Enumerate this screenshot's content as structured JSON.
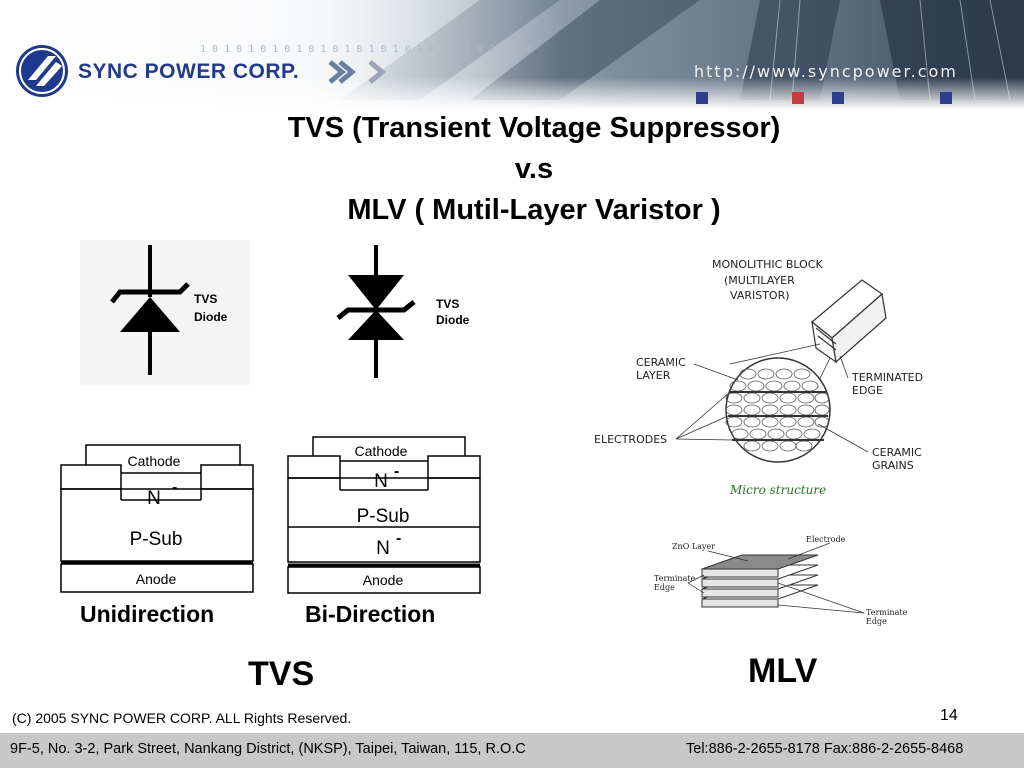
{
  "header": {
    "company_name": "SYNC POWER CORP.",
    "url": "http://www.syncpower.com"
  },
  "slide": {
    "title_line1": "TVS (Transient Voltage Suppressor)",
    "title_line2": "v.s",
    "title_line3": "MLV ( Mutil-Layer Varistor )"
  },
  "tvs": {
    "symbol_uni_label_line1": "TVS",
    "symbol_uni_label_line2": "Diode",
    "symbol_bi_label_line1": "TVS",
    "symbol_bi_label_line2": "Diode",
    "uni_struct": {
      "cathode": "Cathode",
      "n_layer": "N",
      "minus": "-",
      "psub": "P-Sub",
      "anode": "Anode"
    },
    "bi_struct": {
      "cathode": "Cathode",
      "n_layer": "N",
      "minus": "-",
      "psub": "P-Sub",
      "n_layer2": "N",
      "minus2": "-",
      "anode": "Anode"
    },
    "label_uni": "Unidirection",
    "label_bi": "Bi-Direction",
    "section_label": "TVS"
  },
  "mlv": {
    "monolithic_line1": "MONOLITHIC  BLOCK",
    "monolithic_line2": "(MULTILAYER",
    "monolithic_line3": "VARISTOR)",
    "ceramic_layer_line1": "CERAMIC",
    "ceramic_layer_line2": "LAYER",
    "terminated_line1": "TERMINATED",
    "terminated_line2": "EDGE",
    "electrodes": "ELECTRODES",
    "grains_line1": "CERAMIC",
    "grains_line2": "GRAINS",
    "micro": "Micro structure",
    "zno": "ZnO Layer",
    "electrode": "Electrode",
    "terminate_left_line1": "Terminate",
    "terminate_left_line2": "Edge",
    "terminate_right_line1": "Terminate",
    "terminate_right_line2": "Edge",
    "section_label": "MLV"
  },
  "footer": {
    "copyright": "(C) 2005 SYNC POWER CORP. ALL Rights Reserved.",
    "page_number": "14",
    "address": "9F-5, No. 3-2, Park Street, Nankang District, (NKSP), Taipei,  Taiwan, 115, R.O.C",
    "contact": "Tel:886-2-2655-8178  Fax:886-2-2655-8468"
  }
}
